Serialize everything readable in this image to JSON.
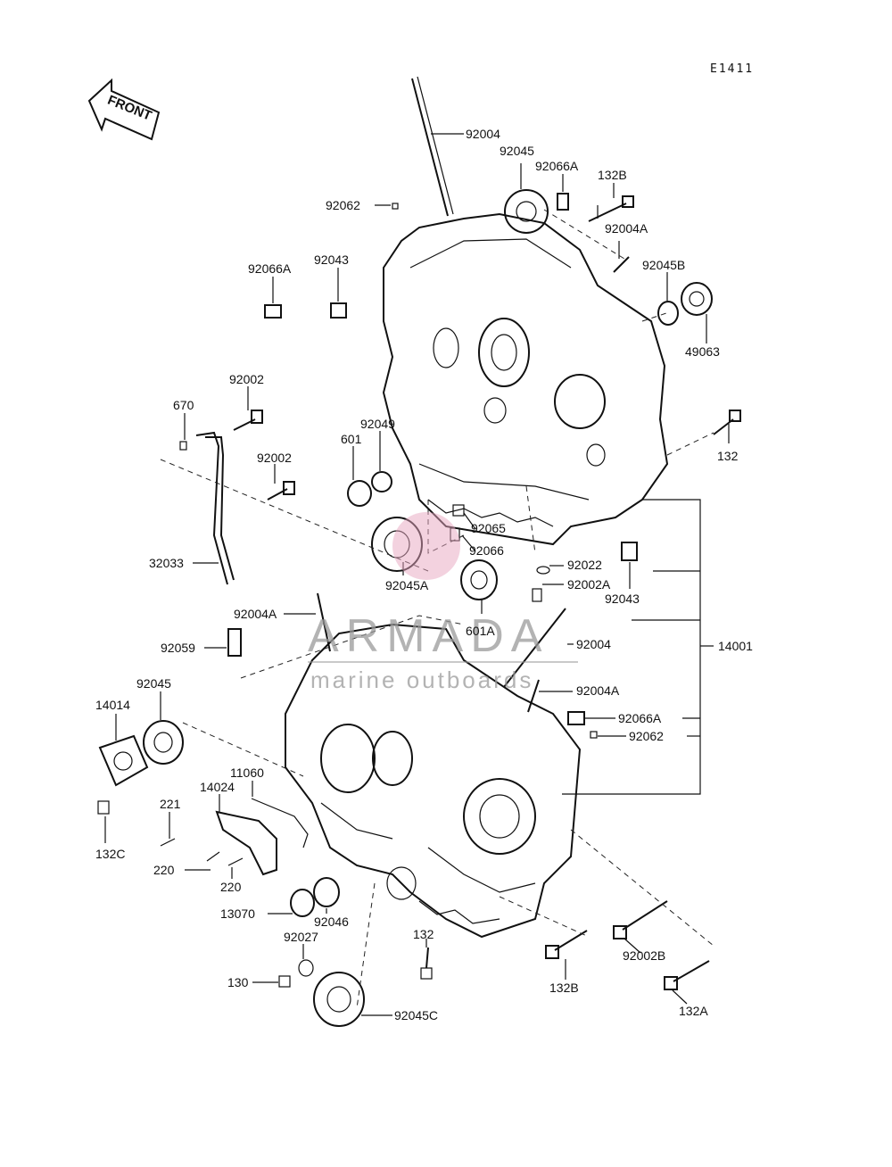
{
  "diagram": {
    "code": "E1411",
    "front_label": "FRONT",
    "watermark": {
      "brand": "ARMADA",
      "tagline": "marine outboards"
    },
    "labels": {
      "p92004_top": "92004",
      "p92045_top": "92045",
      "p92066A_top": "92066A",
      "p132B_top": "132B",
      "p92062_top": "92062",
      "p92004A_top": "92004A",
      "p92066A_left": "92066A",
      "p92043_top": "92043",
      "p92045B": "92045B",
      "p49063": "49063",
      "p92002_a": "92002",
      "p670": "670",
      "p92049": "92049",
      "p601": "601",
      "p132_right": "132",
      "p92002_b": "92002",
      "p92065": "92065",
      "p92066": "92066",
      "p32033": "32033",
      "p92022": "92022",
      "p92045A": "92045A",
      "p92002A": "92002A",
      "p92043_mid": "92043",
      "p601A": "601A",
      "p92004A_mid": "92004A",
      "p92004_mid": "92004",
      "p14001": "14001",
      "p92059": "92059",
      "p92004A_low": "92004A",
      "p92045_left": "92045",
      "p14014": "14014",
      "p92066A_low": "92066A",
      "p92062_low": "92062",
      "p11060": "11060",
      "p14024": "14024",
      "p221": "221",
      "p132C": "132C",
      "p220_a": "220",
      "p220_b": "220",
      "p13070": "13070",
      "p92046": "92046",
      "p92027": "92027",
      "p132_low": "132",
      "p92002B": "92002B",
      "p130": "130",
      "p132B_low": "132B",
      "p132A": "132A",
      "p92045C": "92045C"
    }
  }
}
